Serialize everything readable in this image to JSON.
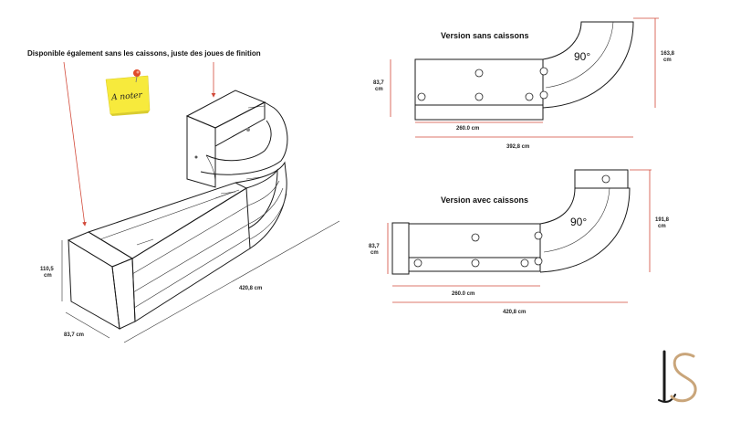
{
  "annotation": {
    "note": "Disponible également sans les caissons, juste des joues de finition",
    "postit": "A noter"
  },
  "perspective": {
    "height_label": "110,5\ncm",
    "depth_label": "83,7 cm",
    "length_label": "420,8 cm"
  },
  "version_sans": {
    "title": "Version sans caissons",
    "angle": "90°",
    "left_height": "83,7\ncm",
    "right_height": "163,8\ncm",
    "straight_length": "260.0 cm",
    "total_length": "392,8 cm"
  },
  "version_avec": {
    "title": "Version avec caissons",
    "angle": "90°",
    "left_height": "83,7\ncm",
    "right_height": "191,8\ncm",
    "straight_length": "260.0 cm",
    "total_length": "420,8 cm"
  },
  "colors": {
    "arrow": "#d24a3a",
    "postit": "#f7ea3c",
    "logo_dark": "#1a1a1a",
    "logo_gold": "#c9a57a"
  }
}
